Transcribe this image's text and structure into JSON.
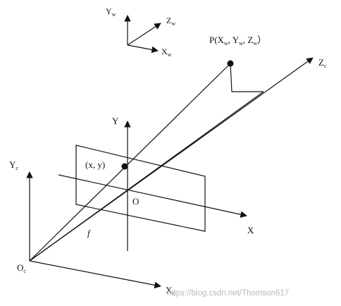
{
  "world_axes": {
    "y": {
      "main": "Y",
      "sub": "w"
    },
    "z": {
      "main": "Z",
      "sub": "w"
    },
    "x": {
      "main": "X",
      "sub": "w"
    }
  },
  "point_world": {
    "prefix": "P(X",
    "sub1": "w",
    "mid1": ",  Y",
    "sub2": "w",
    "mid2": ",  Z",
    "sub3": "w",
    "suffix": "）"
  },
  "camera_axes": {
    "zc": {
      "main": "Z",
      "sub": "c"
    },
    "yc": {
      "main": "Y",
      "sub": "c"
    },
    "oc": {
      "main": "O",
      "sub": "c"
    },
    "xc": {
      "main": "X",
      "sub": "c"
    }
  },
  "image_plane": {
    "y_axis": "Y",
    "x_axis": "X",
    "origin": "O",
    "point": "(x,  y)"
  },
  "focal": "f",
  "watermark": "https://blog.csdn.net/Thomson617",
  "colors": {
    "ink": "#111111",
    "watermark": "#b8b8b8"
  }
}
